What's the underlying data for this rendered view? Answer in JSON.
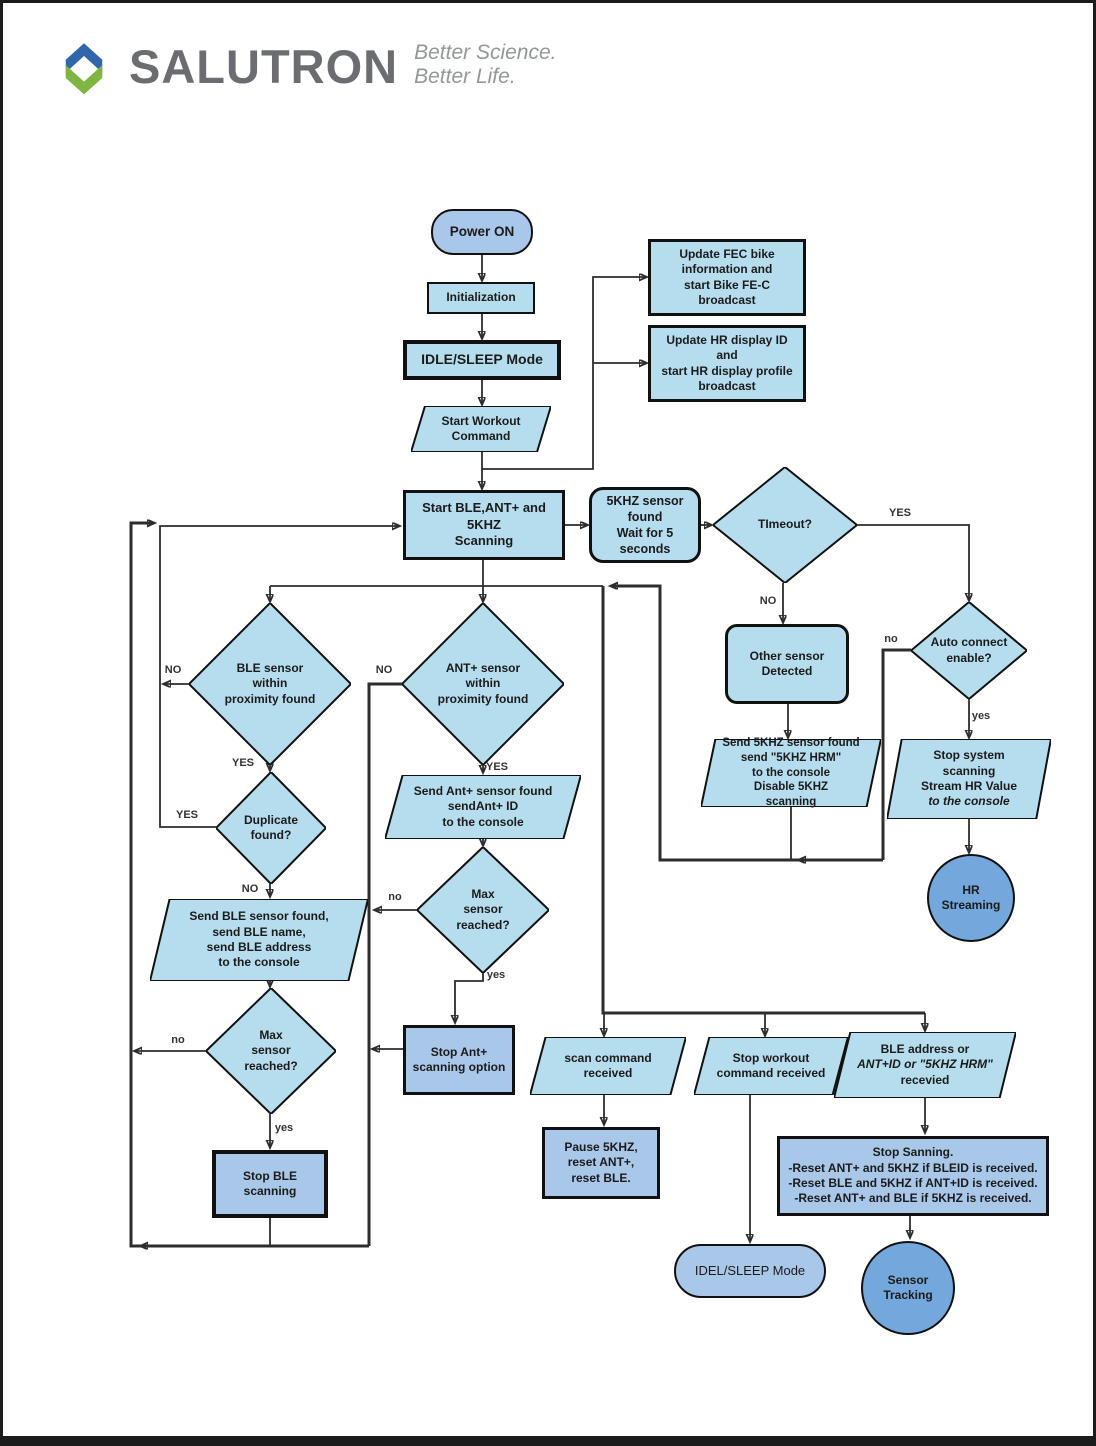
{
  "header": {
    "brand": "SALUTRON",
    "tagline_line1": "Better Science.",
    "tagline_line2": "Better Life."
  },
  "colors": {
    "shape_light_blue": "#b6ddee",
    "shape_medium_blue": "#a9c7e9",
    "terminal_circle_blue": "#74a7db",
    "line_color": "#2d2d2d",
    "logo_blue": "#2f66ac",
    "logo_green": "#7fb541"
  },
  "nodes": {
    "power_on": {
      "label": "Power ON"
    },
    "initialization": {
      "label": "Initialization"
    },
    "idle_sleep": {
      "label": "IDLE/SLEEP Mode"
    },
    "start_workout": {
      "label": "Start Workout\nCommand"
    },
    "update_fec": {
      "label": "Update FEC bike\ninformation and\nstart Bike FE-C broadcast"
    },
    "update_hr": {
      "label": "Update HR display ID and\nstart HR display profile\nbroadcast"
    },
    "start_scan": {
      "label": "Start BLE,ANT+ and 5KHZ\nScanning"
    },
    "sensor_wait": {
      "label": "5KHZ sensor found\nWait for 5 seconds"
    },
    "timeout": {
      "label": "TImeout?"
    },
    "other_sensor": {
      "label": "Other sensor\nDetected"
    },
    "auto_connect": {
      "label": "Auto connect\nenable?"
    },
    "send_5khz": {
      "label": "Send 5KHZ sensor found\nsend \"5KHZ HRM\"\nto the console\nDisable 5KHZ\nscanning"
    },
    "stop_system": {
      "label": "Stop system\nscanning\nStream HR Value",
      "label_italic": "to the console"
    },
    "hr_streaming": {
      "label": "HR\nStreaming"
    },
    "ble_diamond": {
      "label": "BLE sensor\nwithin\nproximity found"
    },
    "ant_diamond": {
      "label": "ANT+ sensor\nwithin\nproximity found"
    },
    "duplicate": {
      "label": "Duplicate\nfound?"
    },
    "send_ble": {
      "label": "Send BLE sensor found,\nsend BLE name,\nsend BLE address\nto the console"
    },
    "send_ant": {
      "label": "Send Ant+ sensor found\nsendAnt+ ID\nto the console"
    },
    "max_ant": {
      "label": "Max\nsensor\nreached?"
    },
    "max_ble": {
      "label": "Max\nsensor\nreached?"
    },
    "stop_ant": {
      "label": "Stop Ant+\nscanning option"
    },
    "stop_ble": {
      "label": "Stop BLE\nscanning"
    },
    "scan_cmd": {
      "label": "scan command\nreceived"
    },
    "stop_workout": {
      "label": "Stop workout\ncommand received"
    },
    "ble_addr": {
      "line1": "BLE address or",
      "line2_italic": "ANT+ID or \"5KHZ HRM\"",
      "line3": "recevied"
    },
    "pause_5khz": {
      "label": "Pause 5KHZ,\nreset ANT+,\nreset BLE."
    },
    "stop_sanning": {
      "label": "Stop Sanning.\n-Reset ANT+ and 5KHZ if BLEID is received.\n-Reset BLE and 5KHZ if ANT+ID is received.\n-Reset ANT+ and BLE if 5KHZ is received."
    },
    "idel_sleep2": {
      "label": "IDEL/SLEEP Mode"
    },
    "sensor_tracking": {
      "label": "Sensor\nTracking"
    }
  },
  "edge_labels": {
    "timeout_yes": "YES",
    "timeout_no": "NO",
    "auto_no": "no",
    "auto_yes": "yes",
    "ble_no": "NO",
    "ble_yes": "YES",
    "ant_no": "NO",
    "ant_yes": "YES",
    "dup_yes": "YES",
    "dup_no": "NO",
    "max_ble_no": "no",
    "max_ble_yes": "yes",
    "max_ant_no": "no",
    "max_ant_yes": "yes"
  }
}
